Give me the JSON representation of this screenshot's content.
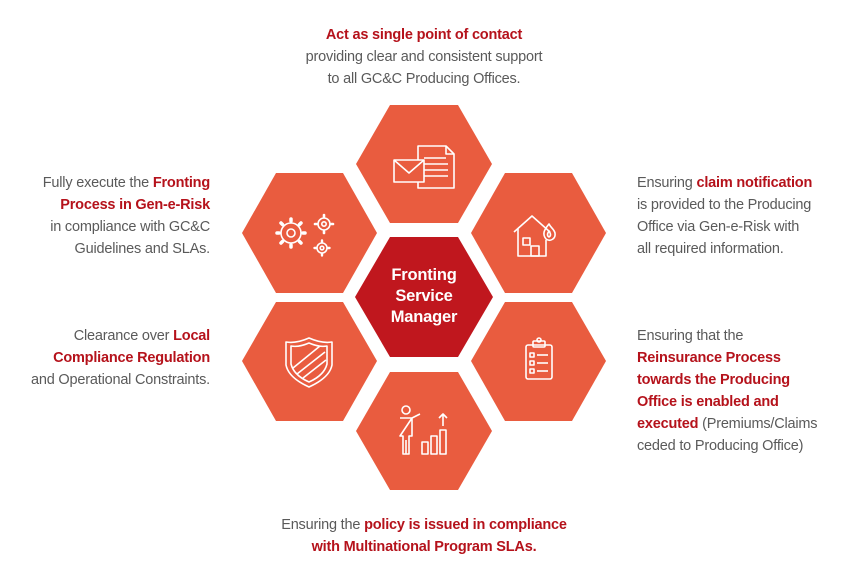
{
  "center": {
    "line1": "Fronting",
    "line2": "Service",
    "line3": "Manager"
  },
  "colors": {
    "hex_outer": "#e95c3f",
    "hex_center": "#c0171e",
    "highlight": "#b5121b",
    "body_text": "#5a5a5a"
  },
  "top": {
    "title": "Act as single point of contact",
    "line1": "providing clear and consistent support",
    "line2": "to all GC&C Producing Offices."
  },
  "upper_left": {
    "pre": "Fully execute the ",
    "hl1": "Fronting",
    "hl2": "Process in Gen-e-Risk",
    "line3": "in compliance with GC&C",
    "line4": "Guidelines and SLAs."
  },
  "upper_right": {
    "pre": "Ensuring ",
    "hl": "claim notification",
    "line2": "is provided to the Producing",
    "line3": "Office via Gen-e-Risk with",
    "line4": "all required information."
  },
  "lower_left": {
    "pre": "Clearance over ",
    "hl1": "Local",
    "hl2": "Compliance Regulation",
    "line3": "and Operational Constraints."
  },
  "lower_right": {
    "line1": "Ensuring that the",
    "hl1": "Reinsurance Process",
    "hl2": "towards the Producing",
    "hl3": "Office is enabled and",
    "hl4": "executed",
    "post": " (Premiums/Claims",
    "line6": "ceded to Producing Office)"
  },
  "bottom": {
    "pre": "Ensuring the ",
    "hl1": "policy is issued in compliance",
    "hl2": "with Multinational Program SLAs."
  },
  "icons": {
    "top": "document-envelope-icon",
    "upper_left": "gears-icon",
    "upper_right": "house-fire-icon",
    "lower_left": "shield-icon",
    "lower_right": "clipboard-checklist-icon",
    "bottom": "presenter-chart-icon"
  }
}
